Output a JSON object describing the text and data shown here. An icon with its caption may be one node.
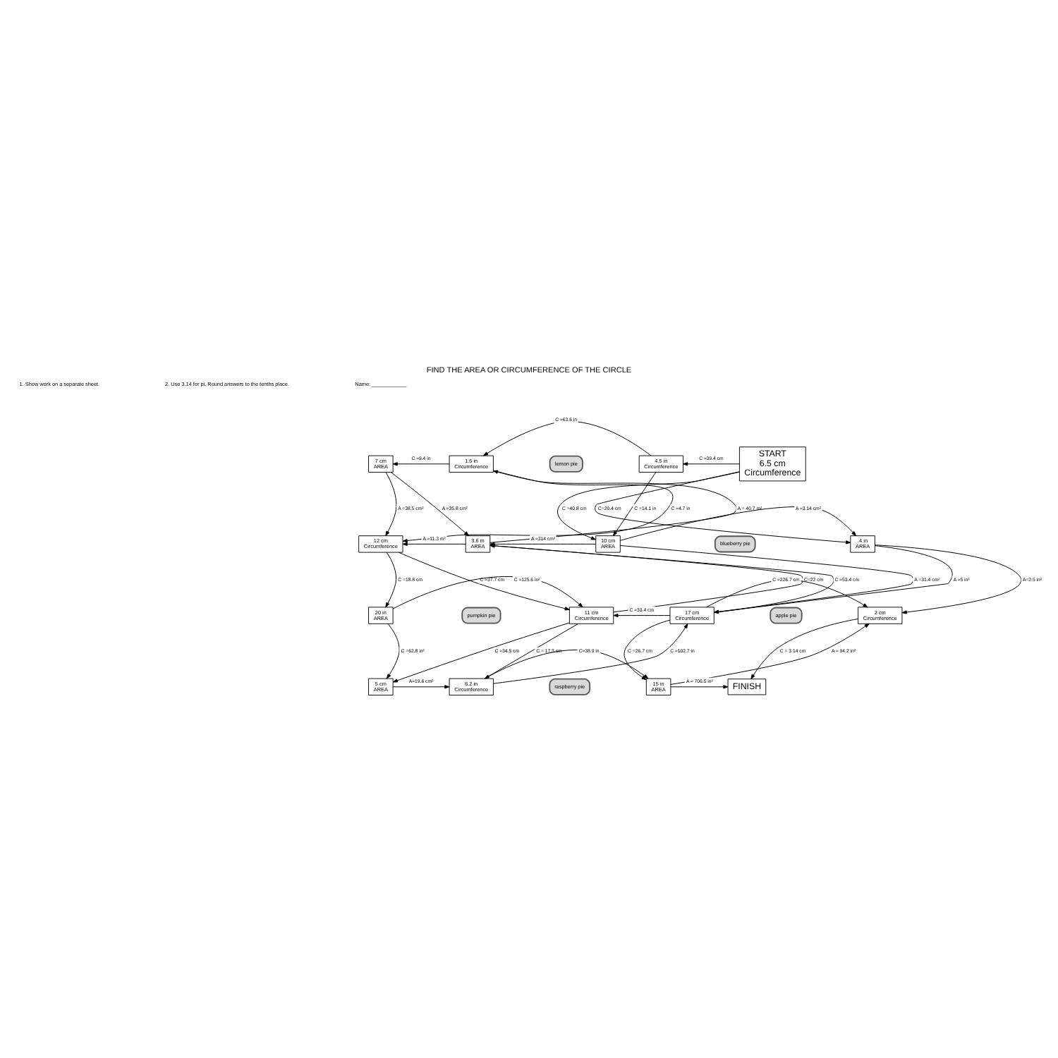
{
  "diagram": {
    "title": "FIND THE AREA OR CIRCUMFERENCE OF THE CIRCLE",
    "nodes": [
      {
        "text": [
          "7 cm",
          "AREA"
        ]
      },
      {
        "text": [
          "1.5 in",
          "Circumference"
        ]
      },
      {
        "text": [
          "4.5 in",
          "Circumference"
        ]
      },
      {
        "text": [
          "START",
          "6.5 cm",
          "Circumference"
        ]
      },
      {
        "text": [
          "lemon pie"
        ]
      },
      {
        "text": [
          "12 cm",
          "Circumference"
        ]
      },
      {
        "text": [
          "3.6 m",
          "AREA"
        ]
      },
      {
        "text": [
          "10 cm",
          "AREA"
        ]
      },
      {
        "text": [
          "blueberry pie"
        ]
      },
      {
        "text": [
          ".4 in",
          "AREA"
        ]
      },
      {
        "text": [
          "20 in",
          "AREA"
        ]
      },
      {
        "text": [
          "11 cm",
          "Circumference"
        ]
      },
      {
        "text": [
          "17 cm",
          "Circumference"
        ]
      },
      {
        "text": [
          "apple pie"
        ]
      },
      {
        "text": [
          "2 cm",
          "Circumference"
        ]
      },
      {
        "text": [
          "pumpkin pie"
        ]
      },
      {
        "text": [
          "5 cm",
          "AREA"
        ]
      },
      {
        "text": [
          "6.2 in",
          "Circumference"
        ]
      },
      {
        "text": [
          "raspberry pie"
        ]
      },
      {
        "text": [
          "15 in",
          "AREA"
        ]
      },
      {
        "text": [
          "FINISH"
        ]
      }
    ],
    "edges": [
      {
        "from": 1,
        "to": 0,
        "arrow": "to",
        "label": "C ≈9.4 in"
      },
      {
        "from": 2,
        "to": 1,
        "arrow": "to",
        "label": "C ≈63.6 in"
      },
      {
        "from": 3,
        "to": 2,
        "arrow": "to",
        "label": "C ≈39.4 cm"
      },
      {
        "from": 0,
        "to": 5,
        "arrow": "to",
        "label": "A =38.5 cm²"
      },
      {
        "from": 1,
        "to": 5,
        "arrow": "to",
        "label": "C ≈4.7 in"
      },
      {
        "from": 0,
        "to": 6,
        "arrow": "to",
        "label": "A ≈35.8 cm²"
      },
      {
        "from": 6,
        "to": 1,
        "arrow": "to",
        "label": "A = 40.7 m²"
      },
      {
        "from": 2,
        "to": 7,
        "arrow": "to",
        "label": "C =14.1 in"
      },
      {
        "from": 3,
        "to": 7,
        "arrow": "to",
        "label": "C =40.8 cm"
      },
      {
        "from": 3,
        "to": 9,
        "arrow": "to",
        "label": "C=20.4 cm"
      },
      {
        "from": 6,
        "to": 5,
        "arrow": "to",
        "label": "A ≈11.3 m²"
      },
      {
        "from": 7,
        "to": 6,
        "arrow": "to",
        "label": "A ≈314 cm²"
      },
      {
        "from": 7,
        "to": 9,
        "arrow": "to",
        "label": "A ≈3.14 cm²"
      },
      {
        "from": 5,
        "to": 10,
        "arrow": "to",
        "label": "C =18.8 cm"
      },
      {
        "from": 5,
        "to": 11,
        "arrow": "to",
        "label": "C ≈37.7 cm"
      },
      {
        "from": 11,
        "to": 6,
        "arrow": "to",
        "label": "C=22 cm"
      },
      {
        "from": 12,
        "to": 6,
        "arrow": "to",
        "label": "C ≈53.4 cm"
      },
      {
        "from": 7,
        "to": 12,
        "arrow": "to",
        "label": "A =31.4 cm²"
      },
      {
        "from": 9,
        "to": 12,
        "arrow": "to",
        "label": "A ≈5 in²"
      },
      {
        "from": 9,
        "to": 14,
        "arrow": "to",
        "label": "A=2.5 in²"
      },
      {
        "from": 10,
        "to": 11,
        "arrow": "to",
        "label": "C ≈125.6 in²"
      },
      {
        "from": 10,
        "to": 16,
        "arrow": "to",
        "label": "C =62.8 in²"
      },
      {
        "from": 11,
        "to": 16,
        "arrow": "to",
        "label": "C ≈34.5 cm"
      },
      {
        "from": 11,
        "to": 17,
        "arrow": "to",
        "label": "C = 17.3 cm"
      },
      {
        "from": 12,
        "to": 11,
        "arrow": "to",
        "label": "C ≈33.4 cm"
      },
      {
        "from": 17,
        "to": 12,
        "arrow": "to",
        "label": "C ≈102.7 in"
      },
      {
        "from": 12,
        "to": 14,
        "arrow": "to",
        "label": "C ≈226.7 cm"
      },
      {
        "from": 12,
        "to": 19,
        "arrow": "to",
        "label": "C =26.7 cm"
      },
      {
        "from": 19,
        "to": 14,
        "arrow": "to",
        "label": "A ≈ 94.2 in²"
      },
      {
        "from": 14,
        "to": 20,
        "arrow": "to",
        "label": "C = 3.14 cm"
      },
      {
        "from": 16,
        "to": 17,
        "arrow": "to",
        "label": "A≈19.6 cm²"
      },
      {
        "from": 17,
        "to": 19,
        "arrow": "to",
        "label": "C≈38.9 in"
      },
      {
        "from": 19,
        "to": 20,
        "arrow": "to",
        "label": "A ≈ 706.5 in²"
      }
    ],
    "labels": [
      "1. Show work on a separate sheet.",
      "2. Use 3.14 for pi. Round answers to the tenths place.",
      "Name: ____________"
    ]
  }
}
